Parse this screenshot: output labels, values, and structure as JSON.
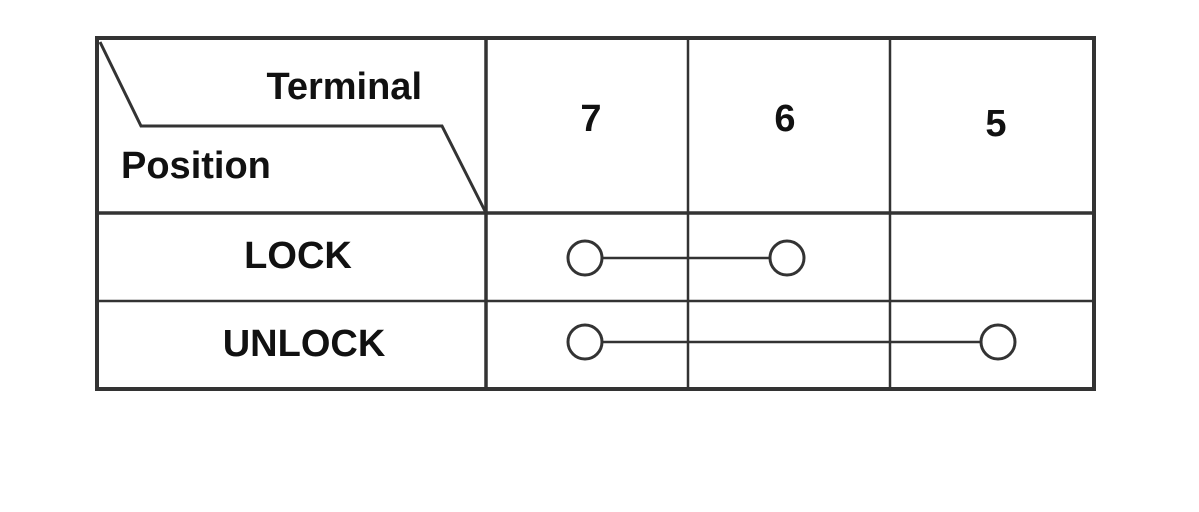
{
  "header": {
    "terminal_label": "Terminal",
    "position_label": "Position"
  },
  "terminals": [
    "7",
    "6",
    "5"
  ],
  "rows": [
    {
      "position": "LOCK",
      "connected_terminals": [
        "7",
        "6"
      ]
    },
    {
      "position": "UNLOCK",
      "connected_terminals": [
        "7",
        "5"
      ]
    }
  ],
  "colors": {
    "line": "#333333",
    "text": "#111111",
    "background": "#ffffff"
  }
}
